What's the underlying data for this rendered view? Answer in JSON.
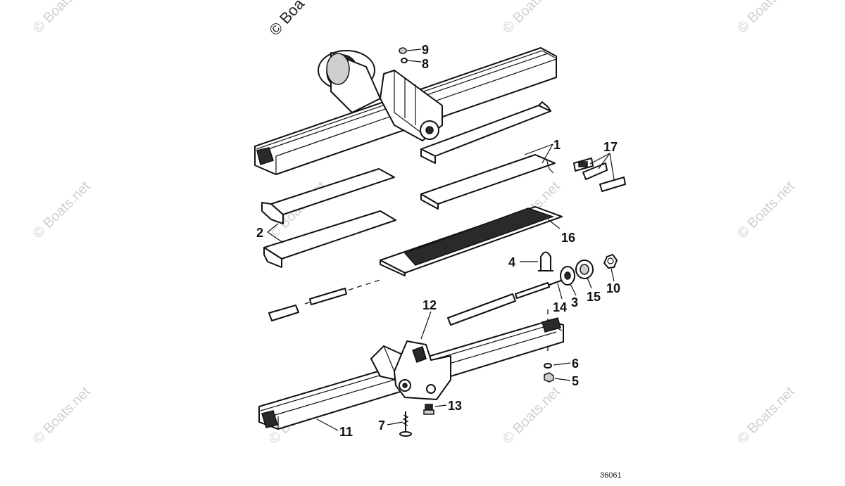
{
  "callouts": [
    {
      "id": "1",
      "label": "1"
    },
    {
      "id": "2",
      "label": "2"
    },
    {
      "id": "3",
      "label": "3"
    },
    {
      "id": "4",
      "label": "4"
    },
    {
      "id": "5",
      "label": "5"
    },
    {
      "id": "6",
      "label": "6"
    },
    {
      "id": "7",
      "label": "7"
    },
    {
      "id": "8",
      "label": "8"
    },
    {
      "id": "9",
      "label": "9"
    },
    {
      "id": "10",
      "label": "10"
    },
    {
      "id": "11",
      "label": "11"
    },
    {
      "id": "12",
      "label": "12"
    },
    {
      "id": "13",
      "label": "13"
    },
    {
      "id": "14",
      "label": "14"
    },
    {
      "id": "15",
      "label": "15"
    },
    {
      "id": "16",
      "label": "16"
    },
    {
      "id": "17",
      "label": "17"
    }
  ],
  "watermark": {
    "text": "© Boats.net",
    "top_text": "© Boa"
  },
  "figure_number": "36061"
}
